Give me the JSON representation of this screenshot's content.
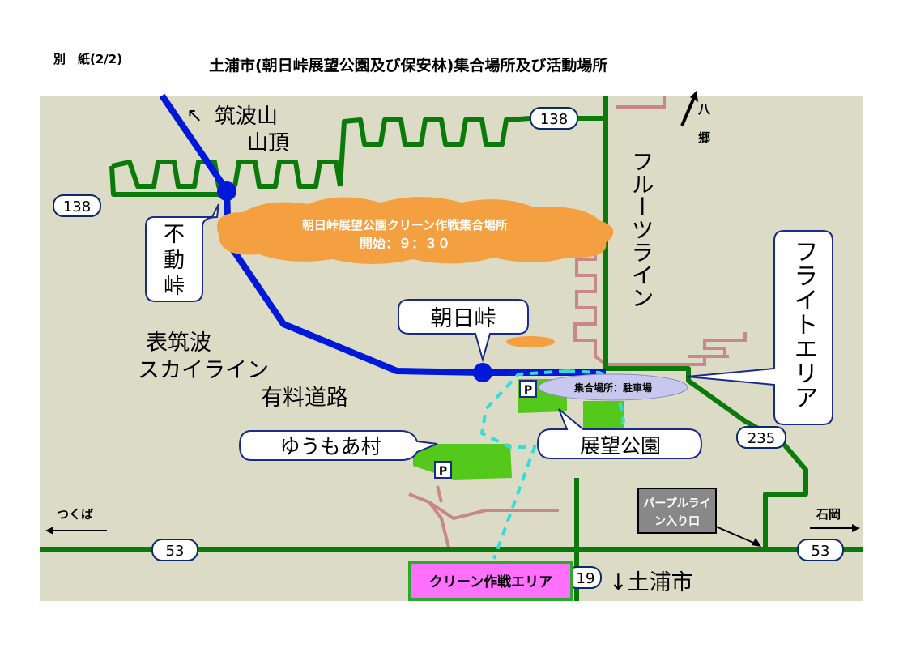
{
  "header": {
    "page_label": "別　紙(2/2)",
    "title": "土浦市(朝日峠展望公園及び保安林)集合場所及び活動場所"
  },
  "map": {
    "background_color": "#dcdcc6",
    "road_colors": {
      "expressway": "#0018d8",
      "national_road": "#0a7a0a",
      "local_road": "#c88888",
      "clean_area_route": "#33dddd"
    },
    "labels": {
      "tsukubasan_line1": "筑波山",
      "tsukubasan_line2": "山頂",
      "yasato_1": "八",
      "yasato_2": "郷",
      "fudotoge_1": "不",
      "fudotoge_2": "動",
      "fudotoge_3": "峠",
      "asahitoge": "朝日峠",
      "skyline_1": "表筑波",
      "skyline_2": "スカイライン",
      "skyline_3": "有料道路",
      "fruit_line": "フルーツライン",
      "flight_area": "フライトエリア",
      "yuumoa": "ゆうもあ村",
      "tenbou": "展望公園",
      "tsukuba": "つくば",
      "ishioka": "石岡",
      "tsuchiura": "↓土浦市",
      "purple_line_1": "パープルライ",
      "purple_line_2": "ン入り口",
      "clean_area": "クリーン作戦エリア",
      "meeting_parking": "集合場所：駐車場",
      "cloud_line1": "朝日峠展望公園クリーン作戦集合場所",
      "cloud_line2": "開始：９：３０",
      "parking": "P"
    },
    "route_numbers": {
      "r138_top": "138",
      "r138_left": "138",
      "r235": "235",
      "r53_left": "53",
      "r53_right": "53",
      "r19_partial": "19"
    }
  }
}
